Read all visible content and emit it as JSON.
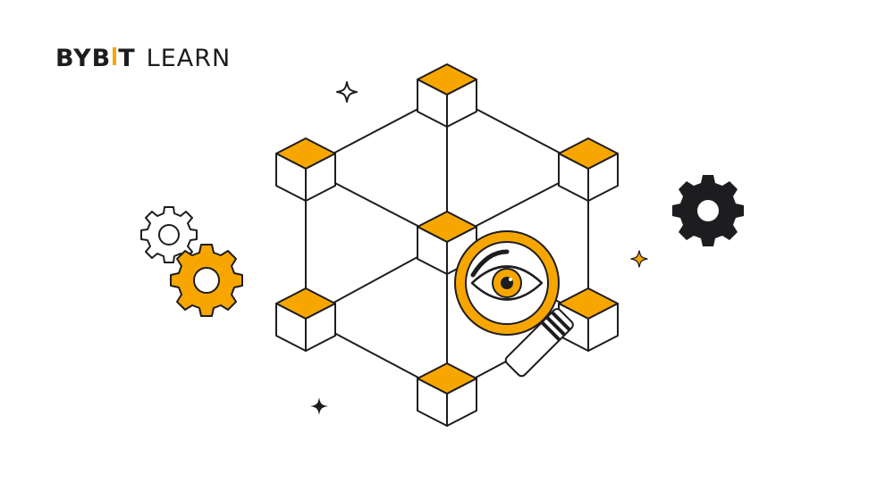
{
  "logo": {
    "brand_part1": "BYB",
    "brand_part2": "T",
    "product": "LEARN"
  },
  "colors": {
    "accent": "#f7a600",
    "ink": "#1d1d1f",
    "background": "#ffffff"
  },
  "illustration": {
    "icons": [
      "cube-node-icon",
      "magnifier-icon",
      "eye-icon",
      "gear-icon",
      "sparkle-icon"
    ]
  }
}
